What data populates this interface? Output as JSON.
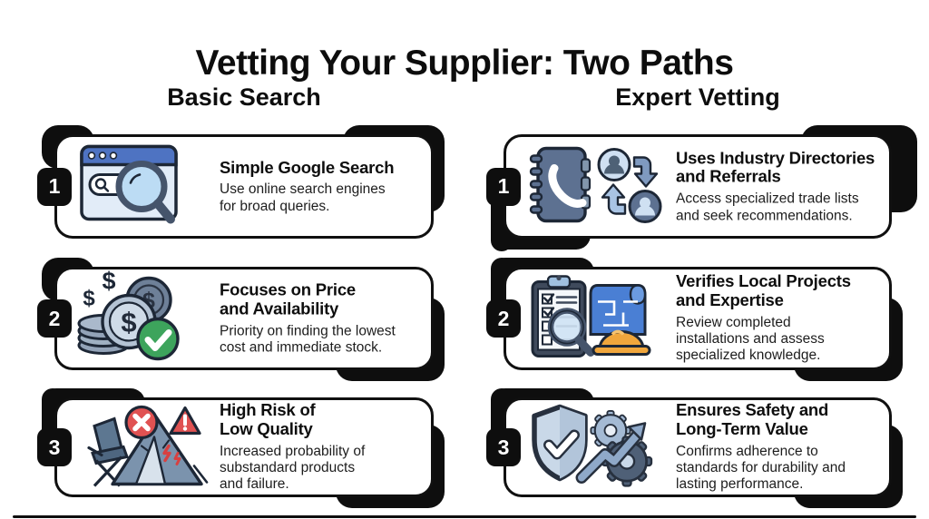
{
  "page": {
    "title": "Vetting Your Supplier: Two Paths"
  },
  "colors": {
    "ink": "#0e0e0e",
    "browser_blue": "#4e73c2",
    "panel_light_blue": "#e2ecf8",
    "lens_blue": "#bcdcf4",
    "slate": "#5d7191",
    "slate_dark": "#45546b",
    "coin_gray": "#a9b9cb",
    "green": "#3da45c",
    "red": "#e05252",
    "blueprint_blue": "#4a7fd4",
    "hardhat_orange": "#f0a63c"
  },
  "columns": [
    {
      "header": "Basic Search",
      "cards": [
        {
          "number": "1",
          "icon": "browser-search-icon",
          "title": "Simple Google Search",
          "description": "Use online search engines\nfor broad queries."
        },
        {
          "number": "2",
          "icon": "coins-price-icon",
          "title": "Focuses on Price\nand Availability",
          "description": "Priority on finding the lowest\ncost and immediate stock."
        },
        {
          "number": "3",
          "icon": "camping-failure-risk-icon",
          "title": "High Risk of\nLow Quality",
          "description": "Increased probability of\nsubstandard products\nand failure."
        }
      ]
    },
    {
      "header": "Expert Vetting",
      "cards": [
        {
          "number": "1",
          "icon": "directory-referrals-icon",
          "title": "Uses Industry Directories\nand Referrals",
          "description": "Access specialized trade lists\nand seek recommendations."
        },
        {
          "number": "2",
          "icon": "project-inspection-icon",
          "title": "Verifies Local Projects\nand Expertise",
          "description": "Review completed\ninstallations and assess\nspecialized knowledge."
        },
        {
          "number": "3",
          "icon": "shield-gear-growth-icon",
          "title": "Ensures Safety and\nLong-Term Value",
          "description": "Confirms adherence to\nstandards for durability and\nlasting performance."
        }
      ]
    }
  ]
}
